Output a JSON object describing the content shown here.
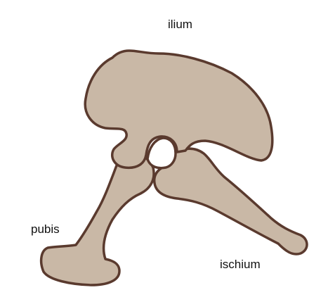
{
  "labels": {
    "ilium": "ilium",
    "pubis": "pubis",
    "ischium": "ischium"
  },
  "colors": {
    "bone_fill": "#c9b8a6",
    "bone_outline": "#5a3a2e",
    "background": "#ffffff"
  }
}
